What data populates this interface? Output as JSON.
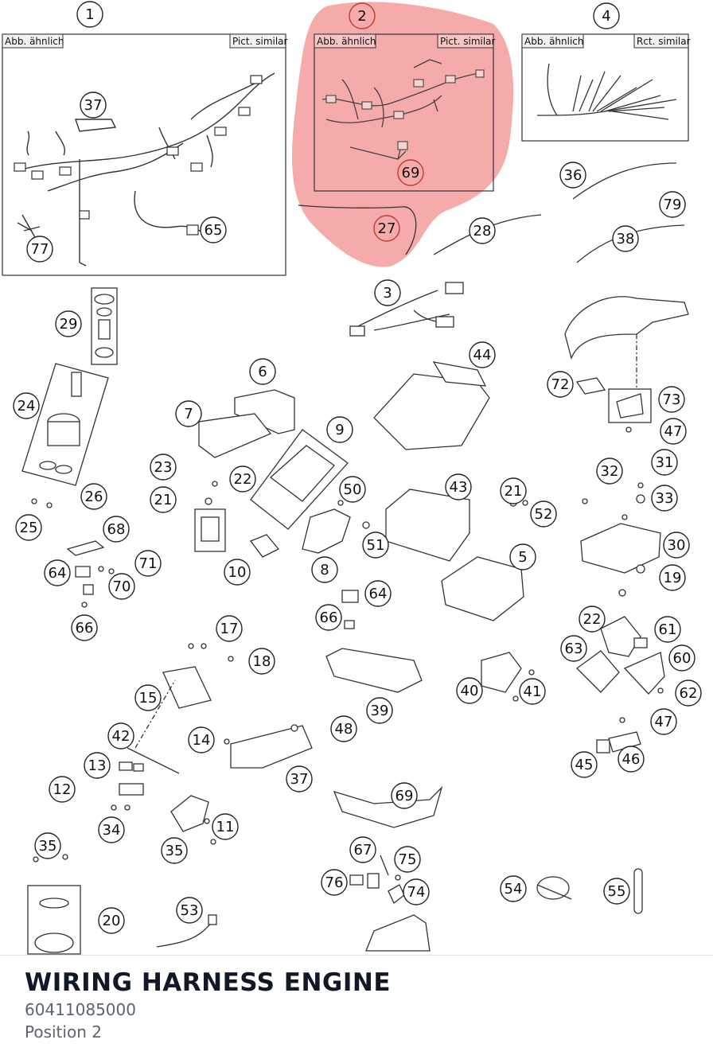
{
  "footer": {
    "title": "WIRING HARNESS ENGINE",
    "part_number": "60411085000",
    "position": "Position 2"
  },
  "colors": {
    "highlight": "#f28b8b",
    "highlight_text": "#c0392b",
    "line": "#333333"
  },
  "boxes": {
    "box1": {
      "left": "Abb. ähnlich",
      "right": "Pict. similar"
    },
    "box2": {
      "left": "Abb. ähnlich",
      "right": "Pict. similar"
    },
    "box4": {
      "left": "Abb. ähnlich",
      "right": "Rct. similar"
    }
  },
  "callouts": [
    {
      "label": "1"
    },
    {
      "label": "2",
      "highlight": true
    },
    {
      "label": "4"
    },
    {
      "label": "37"
    },
    {
      "label": "69",
      "highlight": true
    },
    {
      "label": "65"
    },
    {
      "label": "77"
    },
    {
      "label": "27",
      "highlight": true
    },
    {
      "label": "28"
    },
    {
      "label": "36"
    },
    {
      "label": "79"
    },
    {
      "label": "38"
    },
    {
      "label": "3"
    },
    {
      "label": "29"
    },
    {
      "label": "44"
    },
    {
      "label": "72"
    },
    {
      "label": "73"
    },
    {
      "label": "47"
    },
    {
      "label": "6"
    },
    {
      "label": "24"
    },
    {
      "label": "7"
    },
    {
      "label": "9"
    },
    {
      "label": "23"
    },
    {
      "label": "22"
    },
    {
      "label": "50"
    },
    {
      "label": "43"
    },
    {
      "label": "21"
    },
    {
      "label": "52"
    },
    {
      "label": "31"
    },
    {
      "label": "32"
    },
    {
      "label": "33"
    },
    {
      "label": "26"
    },
    {
      "label": "21"
    },
    {
      "label": "25"
    },
    {
      "label": "68"
    },
    {
      "label": "51"
    },
    {
      "label": "5"
    },
    {
      "label": "30"
    },
    {
      "label": "10"
    },
    {
      "label": "8"
    },
    {
      "label": "71"
    },
    {
      "label": "64"
    },
    {
      "label": "70"
    },
    {
      "label": "19"
    },
    {
      "label": "64"
    },
    {
      "label": "66"
    },
    {
      "label": "66"
    },
    {
      "label": "22"
    },
    {
      "label": "61"
    },
    {
      "label": "17"
    },
    {
      "label": "63"
    },
    {
      "label": "60"
    },
    {
      "label": "18"
    },
    {
      "label": "40"
    },
    {
      "label": "41"
    },
    {
      "label": "62"
    },
    {
      "label": "15"
    },
    {
      "label": "39"
    },
    {
      "label": "48"
    },
    {
      "label": "47"
    },
    {
      "label": "42"
    },
    {
      "label": "14"
    },
    {
      "label": "46"
    },
    {
      "label": "45"
    },
    {
      "label": "13"
    },
    {
      "label": "37"
    },
    {
      "label": "12"
    },
    {
      "label": "69"
    },
    {
      "label": "35"
    },
    {
      "label": "11"
    },
    {
      "label": "34"
    },
    {
      "label": "35"
    },
    {
      "label": "67"
    },
    {
      "label": "75"
    },
    {
      "label": "54"
    },
    {
      "label": "55"
    },
    {
      "label": "76"
    },
    {
      "label": "74"
    },
    {
      "label": "53"
    },
    {
      "label": "20"
    }
  ]
}
